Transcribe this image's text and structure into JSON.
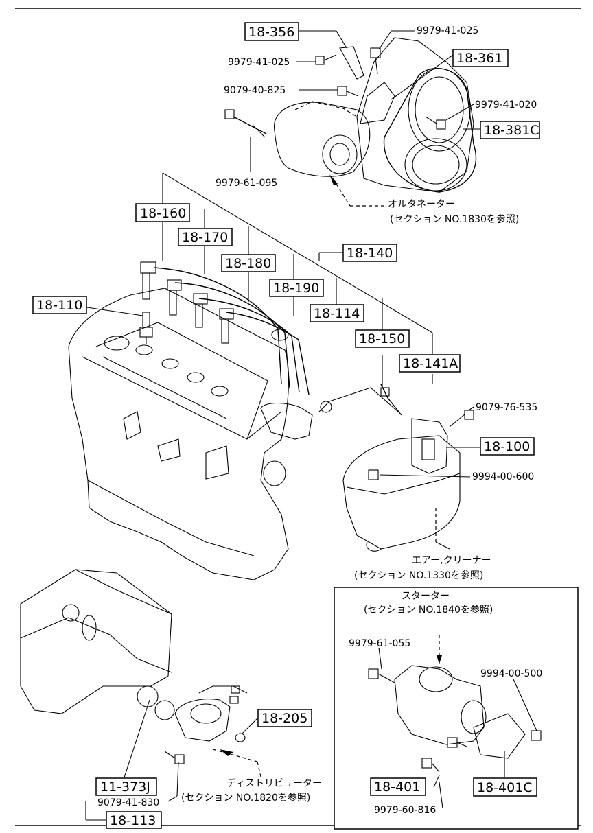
{
  "callouts": {
    "c18_356": "18-356",
    "c18_361": "18-361",
    "c18_381c": "18-381C",
    "c18_160": "18-160",
    "c18_170": "18-170",
    "c18_180": "18-180",
    "c18_190": "18-190",
    "c18_140": "18-140",
    "c18_114": "18-114",
    "c18_110": "18-110",
    "c18_150": "18-150",
    "c18_141a": "18-141A",
    "c18_100": "18-100",
    "c18_205": "18-205",
    "c11_373j": "11-373J",
    "c18_113": "18-113",
    "c18_401": "18-401",
    "c18_401c": "18-401C"
  },
  "part_numbers": {
    "p_9979_41_025_top": "9979-41-025",
    "p_9979_41_025_left": "9979-41-025",
    "p_9079_40_825": "9079-40-825",
    "p_9979_41_020": "9979-41-020",
    "p_9979_61_095": "9979-61-095",
    "p_9079_76_535": "9079-76-535",
    "p_9994_00_600": "9994-00-600",
    "p_9979_61_055": "9979-61-055",
    "p_9994_00_500": "9994-00-500",
    "p_9979_60_816": "9979-60-816",
    "p_9079_41_830": "9079-41-830"
  },
  "notes": {
    "alternator": "オルタネーター",
    "alternator_ref": "(セクション NO.1830を参照)",
    "air_cleaner": "エアー,クリーナー",
    "air_cleaner_ref": "(セクション NO.1330を参照)",
    "starter": "スターター",
    "starter_ref": "(セクション NO.1840を参照)",
    "distributor": "ディストリビューター",
    "distributor_ref": "(セクション NO.1820を参照)"
  }
}
